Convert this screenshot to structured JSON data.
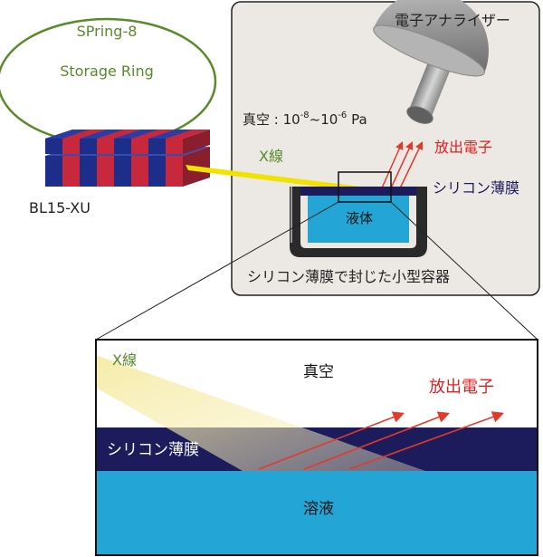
{
  "labels": {
    "ring_name": "SPring-8",
    "ring_sub": "Storage Ring",
    "beamline": "BL15-XU",
    "xray": "X線",
    "vacuum": "真空 : 10",
    "vacuum_exp1": "-8",
    "vacuum_mid": "~10",
    "vacuum_exp2": "-6",
    "vacuum_unit": " Pa",
    "analyzer": "電子アナライザー",
    "photoelectrons": "放出電子",
    "membrane": "シリコン薄膜",
    "liquid": "液体",
    "container": "シリコン薄膜で封じた小型容器",
    "zoom_xray": "X線",
    "zoom_vacuum": "真空",
    "zoom_photoelectrons": "放出電子",
    "zoom_membrane": "シリコン薄膜",
    "zoom_solution": "溶液"
  },
  "colors": {
    "ring": "#5a8a2a",
    "undulator_red": "#c8283c",
    "undulator_blue": "#1c2e8a",
    "xray_beam": "#f2e200",
    "chamber_bg": "#ece8e3",
    "membrane": "#1c1c5c",
    "liquid": "#23a6d5",
    "electron_arrow": "#e23a2a",
    "label_red": "#e02020",
    "label_green": "#5a8a2a"
  }
}
